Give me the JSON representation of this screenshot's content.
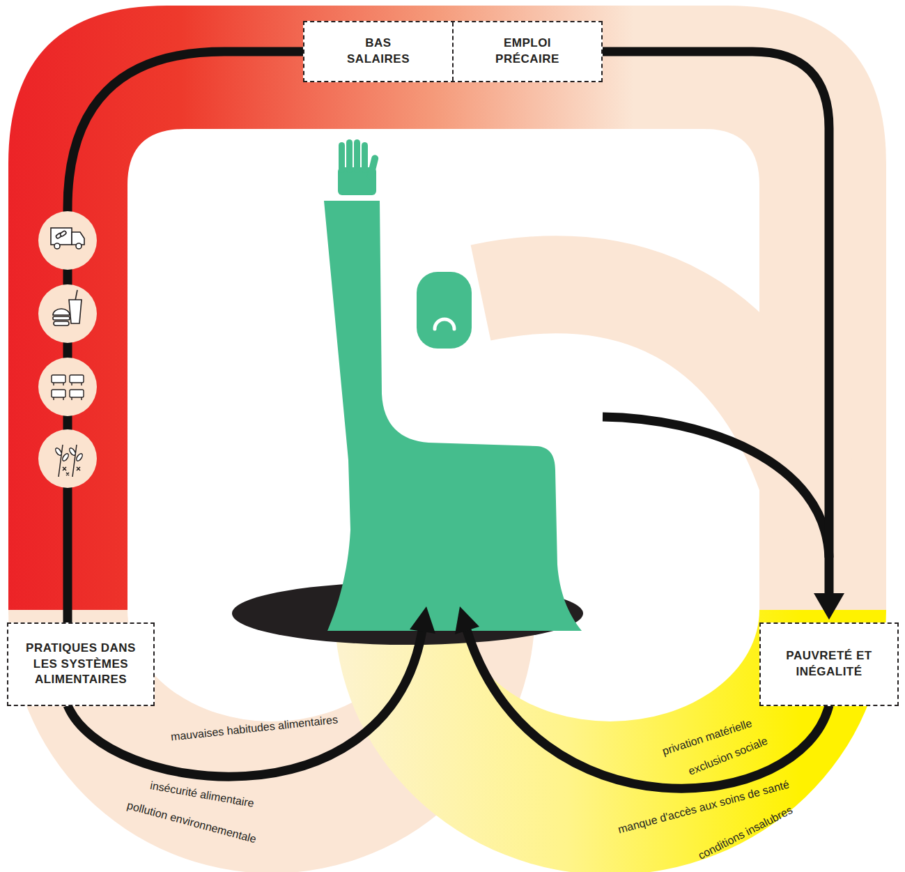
{
  "diagram": {
    "nodes": [
      {
        "text": [
          "BAS SALAIRES",
          "EMPLOI PRÉCAIRE"
        ]
      },
      {
        "text": [
          "PRATIQUES DANS LES SYSTÈMES ALIMENTAIRES"
        ]
      },
      {
        "text": [
          "PAUVRETÉ ET INÉGALITÉ"
        ]
      }
    ],
    "edges": [
      {
        "from": 1,
        "to": 0,
        "arrow": "none"
      },
      {
        "from": 0,
        "to": 2,
        "arrow": "to"
      }
    ],
    "labels": [
      "mauvaises habitudes alimentaires",
      "insécurité alimentaire",
      "pollution environnementale",
      "privation matérielle",
      "exclusion sociale",
      "manque d'accès aux soins de santé",
      "conditions insalubres"
    ]
  }
}
